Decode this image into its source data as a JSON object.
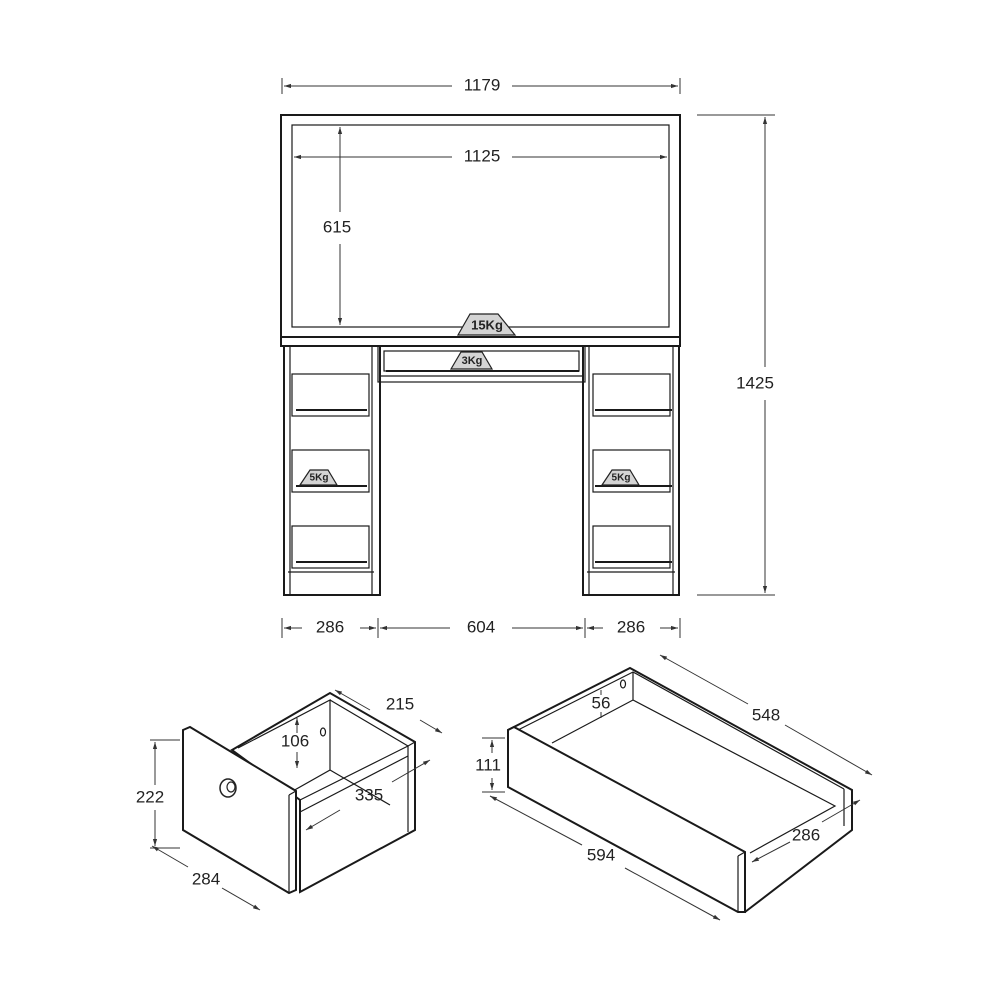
{
  "front_view": {
    "dimensions": {
      "overall_width": "1179",
      "mirror_inner_width": "1125",
      "mirror_height": "615",
      "overall_height": "1425",
      "left_pedestal_width": "286",
      "center_width": "604",
      "right_pedestal_width": "286"
    },
    "load_labels": {
      "desktop": "15Kg",
      "center_drawer": "3Kg",
      "left_drawer": "5Kg",
      "right_drawer": "5Kg"
    }
  },
  "side_drawer": {
    "dimensions": {
      "height": "222",
      "width": "284",
      "depth_outer": "215",
      "inner_height": "106",
      "inner_depth": "335"
    }
  },
  "center_drawer": {
    "dimensions": {
      "height": "111",
      "length": "594",
      "inner_length": "548",
      "inner_height": "56",
      "depth": "286"
    }
  }
}
